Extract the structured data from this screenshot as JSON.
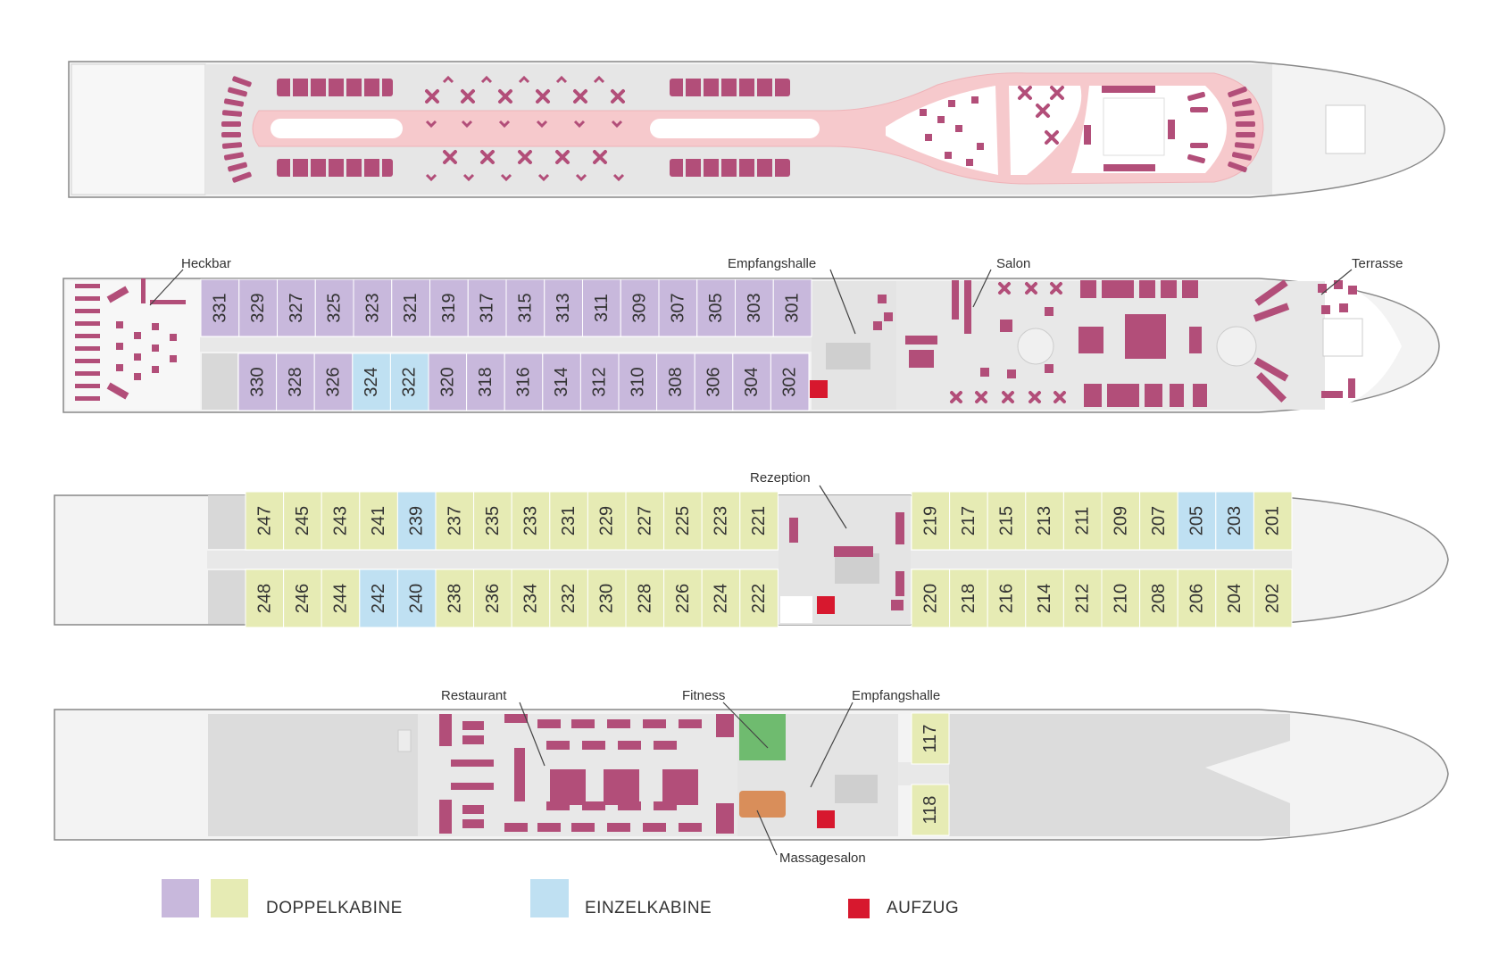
{
  "colors": {
    "doppel_purple": "#c8b8dc",
    "doppel_yellow": "#e6ebb4",
    "einzel_blue": "#bfe0f2",
    "aufzug_red": "#d7182e",
    "furniture": "#b24e79",
    "fitness_green": "#6fbb6f",
    "massage_orange": "#d98e5a",
    "hull_fill": "#f2f2f2",
    "deck_grey": "#dedede",
    "walkway_pink": "#f6c9cc"
  },
  "labels": {
    "heckbar": "Heckbar",
    "empfangshalle_upper": "Empfangshalle",
    "salon": "Salon",
    "terrasse": "Terrasse",
    "rezeption": "Rezeption",
    "restaurant": "Restaurant",
    "fitness": "Fitness",
    "empfangshalle_lower": "Empfangshalle",
    "massagesalon": "Massagesalon"
  },
  "legend": {
    "doppelkabine": "DOPPELKABINE",
    "einzelkabine": "EINZELKABINE",
    "aufzug": "AUFZUG"
  },
  "decks": {
    "deck3": {
      "top_row": [
        {
          "n": "331",
          "t": "doppel"
        },
        {
          "n": "329",
          "t": "doppel"
        },
        {
          "n": "327",
          "t": "doppel"
        },
        {
          "n": "325",
          "t": "doppel"
        },
        {
          "n": "323",
          "t": "doppel"
        },
        {
          "n": "321",
          "t": "doppel"
        },
        {
          "n": "319",
          "t": "doppel"
        },
        {
          "n": "317",
          "t": "doppel"
        },
        {
          "n": "315",
          "t": "doppel"
        },
        {
          "n": "313",
          "t": "doppel"
        },
        {
          "n": "311",
          "t": "doppel"
        },
        {
          "n": "309",
          "t": "doppel"
        },
        {
          "n": "307",
          "t": "doppel"
        },
        {
          "n": "305",
          "t": "doppel"
        },
        {
          "n": "303",
          "t": "doppel"
        },
        {
          "n": "301",
          "t": "doppel"
        }
      ],
      "bottom_row": [
        {
          "n": "330",
          "t": "doppel"
        },
        {
          "n": "328",
          "t": "doppel"
        },
        {
          "n": "326",
          "t": "doppel"
        },
        {
          "n": "324",
          "t": "einzel"
        },
        {
          "n": "322",
          "t": "einzel"
        },
        {
          "n": "320",
          "t": "doppel"
        },
        {
          "n": "318",
          "t": "doppel"
        },
        {
          "n": "316",
          "t": "doppel"
        },
        {
          "n": "314",
          "t": "doppel"
        },
        {
          "n": "312",
          "t": "doppel"
        },
        {
          "n": "310",
          "t": "doppel"
        },
        {
          "n": "308",
          "t": "doppel"
        },
        {
          "n": "306",
          "t": "doppel"
        },
        {
          "n": "304",
          "t": "doppel"
        },
        {
          "n": "302",
          "t": "doppel"
        }
      ]
    },
    "deck2": {
      "top_aft": [
        {
          "n": "247",
          "t": "doppel"
        },
        {
          "n": "245",
          "t": "doppel"
        },
        {
          "n": "243",
          "t": "doppel"
        },
        {
          "n": "241",
          "t": "doppel"
        },
        {
          "n": "239",
          "t": "einzel"
        },
        {
          "n": "237",
          "t": "doppel"
        },
        {
          "n": "235",
          "t": "doppel"
        },
        {
          "n": "233",
          "t": "doppel"
        },
        {
          "n": "231",
          "t": "doppel"
        },
        {
          "n": "229",
          "t": "doppel"
        },
        {
          "n": "227",
          "t": "doppel"
        },
        {
          "n": "225",
          "t": "doppel"
        },
        {
          "n": "223",
          "t": "doppel"
        },
        {
          "n": "221",
          "t": "doppel"
        }
      ],
      "top_fwd": [
        {
          "n": "219",
          "t": "doppel"
        },
        {
          "n": "217",
          "t": "doppel"
        },
        {
          "n": "215",
          "t": "doppel"
        },
        {
          "n": "213",
          "t": "doppel"
        },
        {
          "n": "211",
          "t": "doppel"
        },
        {
          "n": "209",
          "t": "doppel"
        },
        {
          "n": "207",
          "t": "doppel"
        },
        {
          "n": "205",
          "t": "einzel"
        },
        {
          "n": "203",
          "t": "einzel"
        },
        {
          "n": "201",
          "t": "doppel"
        }
      ],
      "bottom_aft": [
        {
          "n": "248",
          "t": "doppel"
        },
        {
          "n": "246",
          "t": "doppel"
        },
        {
          "n": "244",
          "t": "doppel"
        },
        {
          "n": "242",
          "t": "einzel"
        },
        {
          "n": "240",
          "t": "einzel"
        },
        {
          "n": "238",
          "t": "doppel"
        },
        {
          "n": "236",
          "t": "doppel"
        },
        {
          "n": "234",
          "t": "doppel"
        },
        {
          "n": "232",
          "t": "doppel"
        },
        {
          "n": "230",
          "t": "doppel"
        },
        {
          "n": "228",
          "t": "doppel"
        },
        {
          "n": "226",
          "t": "doppel"
        },
        {
          "n": "224",
          "t": "doppel"
        },
        {
          "n": "222",
          "t": "doppel"
        }
      ],
      "bottom_fwd": [
        {
          "n": "220",
          "t": "doppel"
        },
        {
          "n": "218",
          "t": "doppel"
        },
        {
          "n": "216",
          "t": "doppel"
        },
        {
          "n": "214",
          "t": "doppel"
        },
        {
          "n": "212",
          "t": "doppel"
        },
        {
          "n": "210",
          "t": "doppel"
        },
        {
          "n": "208",
          "t": "doppel"
        },
        {
          "n": "206",
          "t": "doppel"
        },
        {
          "n": "204",
          "t": "doppel"
        },
        {
          "n": "202",
          "t": "doppel"
        }
      ]
    },
    "deck1": {
      "cabins": [
        {
          "n": "117",
          "t": "doppel"
        },
        {
          "n": "118",
          "t": "doppel"
        }
      ]
    }
  }
}
